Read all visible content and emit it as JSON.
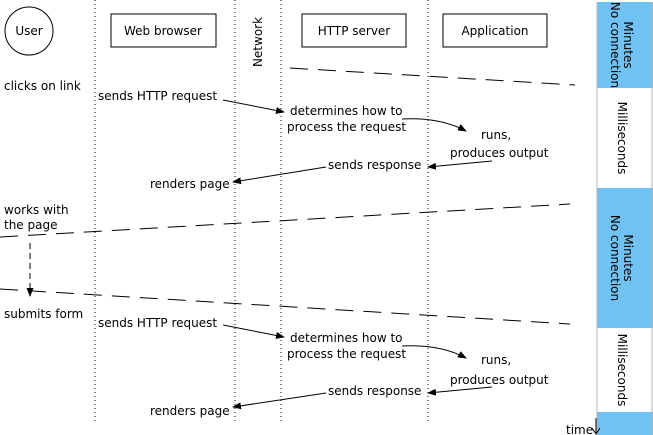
{
  "actors": {
    "user": "User",
    "browser": "Web browser",
    "network": "Network",
    "server": "HTTP server",
    "application": "Application"
  },
  "user_actions": {
    "clicks_on_link": "clicks on link",
    "works_with_line1": "works with",
    "works_with_line2": "the page",
    "submits_form": "submits form"
  },
  "round_trip_1": {
    "sends_request": "sends HTTP request",
    "determines_line1": "determines how to",
    "determines_line2": "process the request",
    "runs_line1": "runs,",
    "runs_line2": "produces output",
    "sends_response": "sends response",
    "renders_page": "renders page"
  },
  "round_trip_2": {
    "sends_request": "sends HTTP request",
    "determines_line1": "determines how to",
    "determines_line2": "process the request",
    "runs_line1": "runs,",
    "runs_line2": "produces output",
    "sends_response": "sends response",
    "renders_page": "renders page"
  },
  "time_bands": {
    "minutes_1": "Minutes",
    "no_connection_1": "No connection",
    "milliseconds_1": "Milliseconds",
    "minutes_2": "Minutes",
    "no_connection_2": "No connection",
    "milliseconds_2": "Milliseconds"
  },
  "time_label": "time",
  "colors": {
    "idle_band": "#6fc2f2",
    "active_band": "#ffffff"
  }
}
